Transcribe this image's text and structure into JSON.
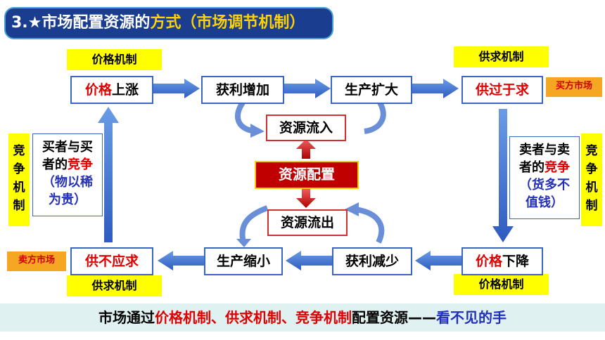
{
  "title": {
    "prefix": "3.★市场配置资源的",
    "highlight": "方式（市场调节机制）"
  },
  "labels": {
    "top_left": "价格机制",
    "top_right": "供求机制",
    "bottom_left": "供求机制",
    "bottom_right": "价格机制",
    "left_vertical": [
      "竞",
      "争",
      "机",
      "制"
    ],
    "right_vertical": [
      "竞",
      "争",
      "机",
      "制"
    ]
  },
  "nodes": {
    "price_rise": {
      "red": "价格",
      "rest": "上涨"
    },
    "profit_up": "获利增加",
    "prod_expand": "生产扩大",
    "supply_exceed": "供过于求",
    "price_fall": {
      "red": "价格",
      "rest": "下降"
    },
    "profit_down": "获利减少",
    "prod_shrink": "生产缩小",
    "supply_short": "供不应求",
    "res_in": "资源流入",
    "res_alloc": "资源配置",
    "res_out": "资源流出"
  },
  "markets": {
    "buyer": "买方市场",
    "seller": "卖方市场"
  },
  "competition": {
    "left": {
      "line1": "买者与买",
      "line2_a": "者的",
      "line2_b": "竞争",
      "line3": "（物以稀",
      "line4": "为贵）"
    },
    "right": {
      "line1": "卖者与卖",
      "line2_a": "者的",
      "line2_b": "竞争",
      "line3": "（货多不",
      "line4": "值钱）"
    }
  },
  "footer": {
    "p1": "市场通过",
    "p2": "价格机制、供求机制、竞争机制",
    "p3": "配置资源——",
    "p4": "看不见的手"
  }
}
